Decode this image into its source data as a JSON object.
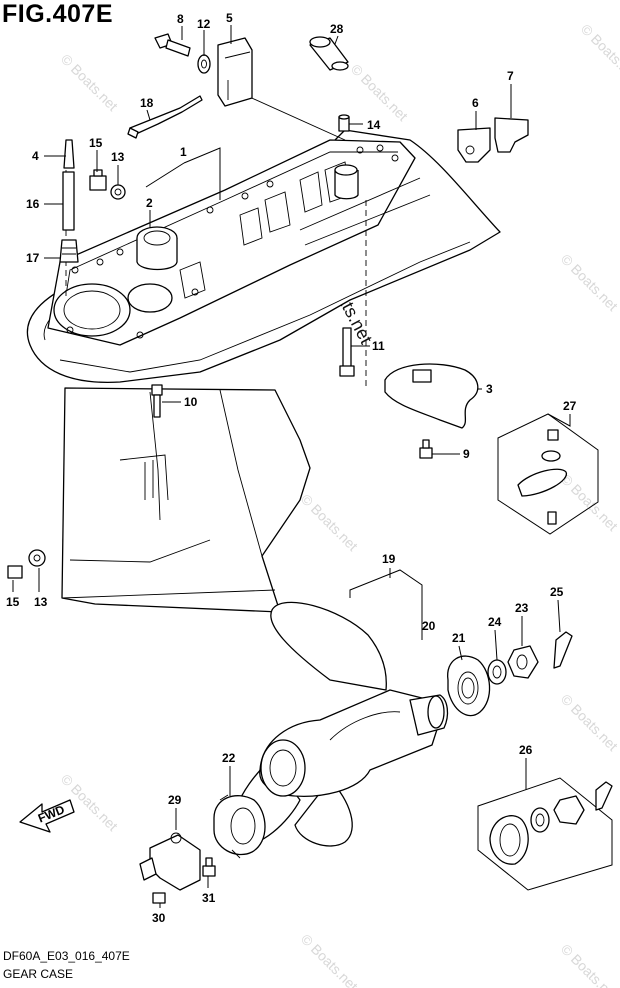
{
  "figure": {
    "title": "FIG.407E",
    "code": "DF60A_E03_016_407E",
    "name": "GEAR CASE"
  },
  "watermark": {
    "text": "© Boats.net",
    "color": "#d8d8d8"
  },
  "callouts": [
    "1",
    "2",
    "3",
    "4",
    "5",
    "6",
    "7",
    "8",
    "9",
    "10",
    "11",
    "12",
    "13",
    "13",
    "14",
    "15",
    "15",
    "16",
    "17",
    "18",
    "19",
    "20",
    "21",
    "22",
    "23",
    "24",
    "25",
    "26",
    "27",
    "28",
    "29",
    "30",
    "31"
  ],
  "direction_arrow": {
    "label": "FWD"
  }
}
